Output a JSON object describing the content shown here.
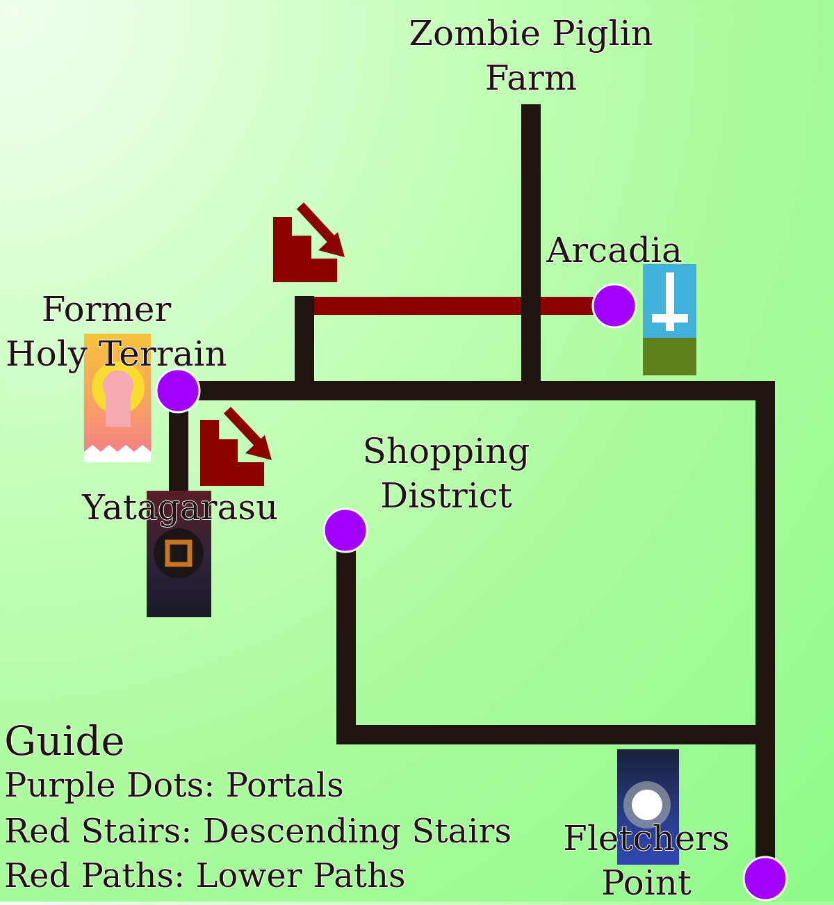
{
  "map": {
    "locations": [
      {
        "id": "zombie-piglin-farm",
        "line1": "Zombie Piglin",
        "line2": "Farm"
      },
      {
        "id": "arcadia",
        "line1": "Arcadia"
      },
      {
        "id": "former-holy-terrain",
        "line1": "Former",
        "line2": "Holy Terrain"
      },
      {
        "id": "shopping-district",
        "line1": "Shopping",
        "line2": "District"
      },
      {
        "id": "yatagarasu",
        "line1": "Yatagarasu"
      },
      {
        "id": "fletchers-point",
        "line1": "Fletchers",
        "line2": "Point"
      }
    ]
  },
  "guide": {
    "title": "Guide",
    "items": [
      "Purple Dots: Portals",
      "Red Stairs: Descending Stairs",
      "Red Paths: Lower Paths"
    ]
  },
  "colors": {
    "path": "#1e1410",
    "lower_path": "#8b0000",
    "portal": "#a100ff",
    "stairs": "#8b0000"
  }
}
